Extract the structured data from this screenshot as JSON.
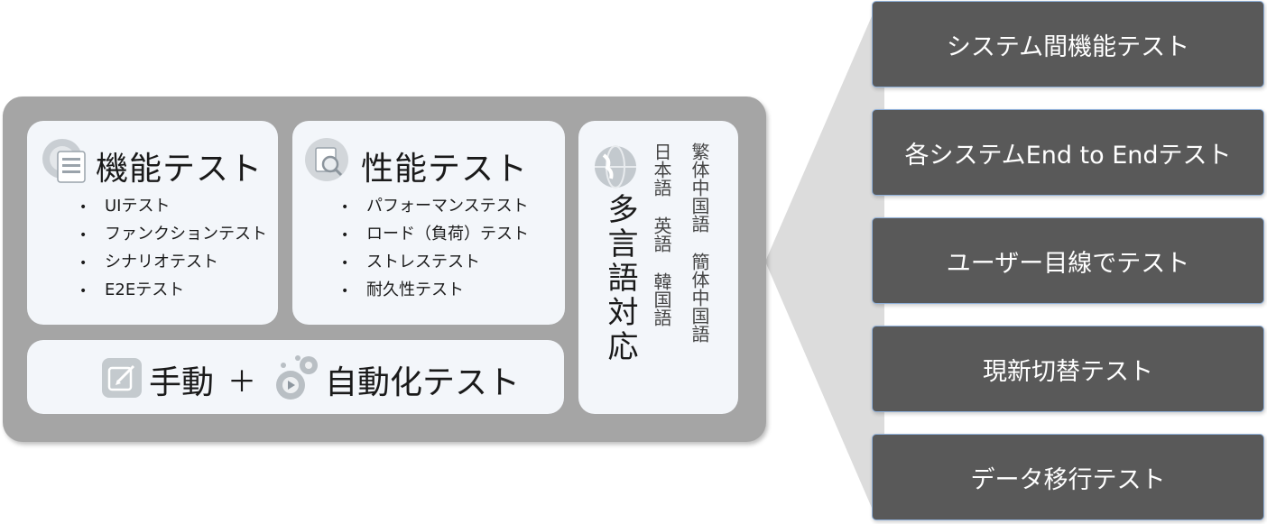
{
  "functional": {
    "title": "機能テスト",
    "items": [
      "UIテスト",
      "ファンクションテスト",
      "シナリオテスト",
      "E2Eテスト"
    ]
  },
  "performance": {
    "title": "性能テスト",
    "items": [
      "パフォーマンステスト",
      "ロード（負荷）テスト",
      "ストレステスト",
      "耐久性テスト"
    ]
  },
  "automation": {
    "manual": "手動",
    "plus": "＋",
    "auto": "自動化テスト"
  },
  "multilang": {
    "title": "多言語対応",
    "col1": [
      "日本語",
      "英語",
      "韓国語"
    ],
    "col2": [
      "繁体中国語",
      "簡体中国語"
    ]
  },
  "right_boxes": [
    "システム間機能テスト",
    "各システムEnd to Endテスト",
    "ユーザー目線でテスト",
    "現新切替テスト",
    "データ移行テスト"
  ],
  "colors": {
    "outer_panel": "#a5a5a5",
    "card": "#f3f6fa",
    "right_box": "#595959",
    "right_box_border": "#8fb0d9",
    "funnel": "#dcdcdc"
  },
  "icons": [
    "gear-list-icon",
    "magnifier-document-icon",
    "pen-edit-icon",
    "gears-play-icon",
    "globe-icon"
  ]
}
